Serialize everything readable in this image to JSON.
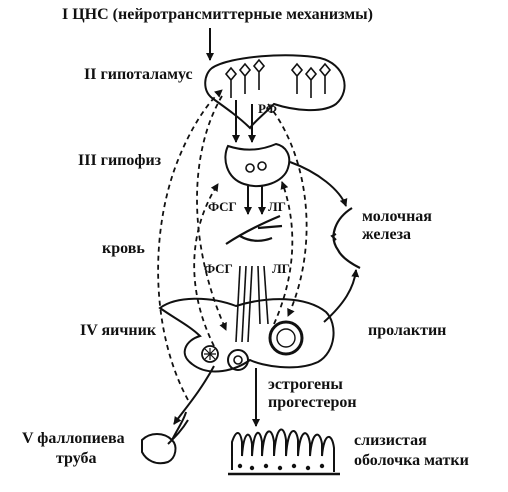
{
  "levels": {
    "cns": "I ЦНС (нейротрансмиттерные механизмы)",
    "hypothalamus": "II гипоталамус",
    "pituitary": "III гипофиз",
    "ovary": "IV яичник",
    "tube_line1": "V фаллопиева",
    "tube_line2": "труба"
  },
  "labels": {
    "rf": "РФ",
    "fsh_top": "ФСГ",
    "lh_top": "ЛГ",
    "fsh_bottom": "ФСГ",
    "lh_bottom": "ЛГ",
    "blood": "кровь",
    "breast_line1": "молочная",
    "breast_line2": "железа",
    "prolactin": "пролактин",
    "hormones_line1": "эстрогены",
    "hormones_line2": "прогестерон",
    "uterus_line1": "слизистая",
    "uterus_line2": "оболочка матки"
  },
  "colors": {
    "ink": "#111111",
    "background": "#ffffff"
  }
}
